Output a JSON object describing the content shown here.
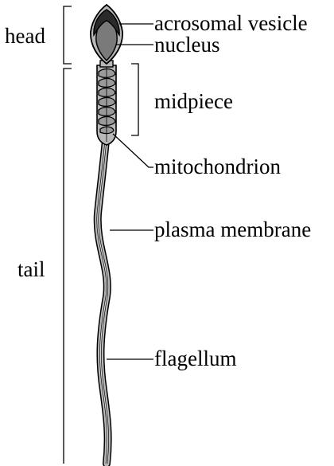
{
  "labels": {
    "head": "head",
    "tail": "tail",
    "acrosomal_vesicle": "acrosomal vesicle",
    "nucleus": "nucleus",
    "midpiece": "midpiece",
    "mitochondrion": "mitochondrion",
    "plasma_membrane": "plasma membrane",
    "flagellum": "flagellum"
  },
  "colors": {
    "outline": "#000000",
    "cell_fill": "#b8b8b8",
    "nucleus_fill": "#7a7a7a",
    "acrosome_fill": "#2a2a2a",
    "core_fill": "#dcdcdc"
  }
}
